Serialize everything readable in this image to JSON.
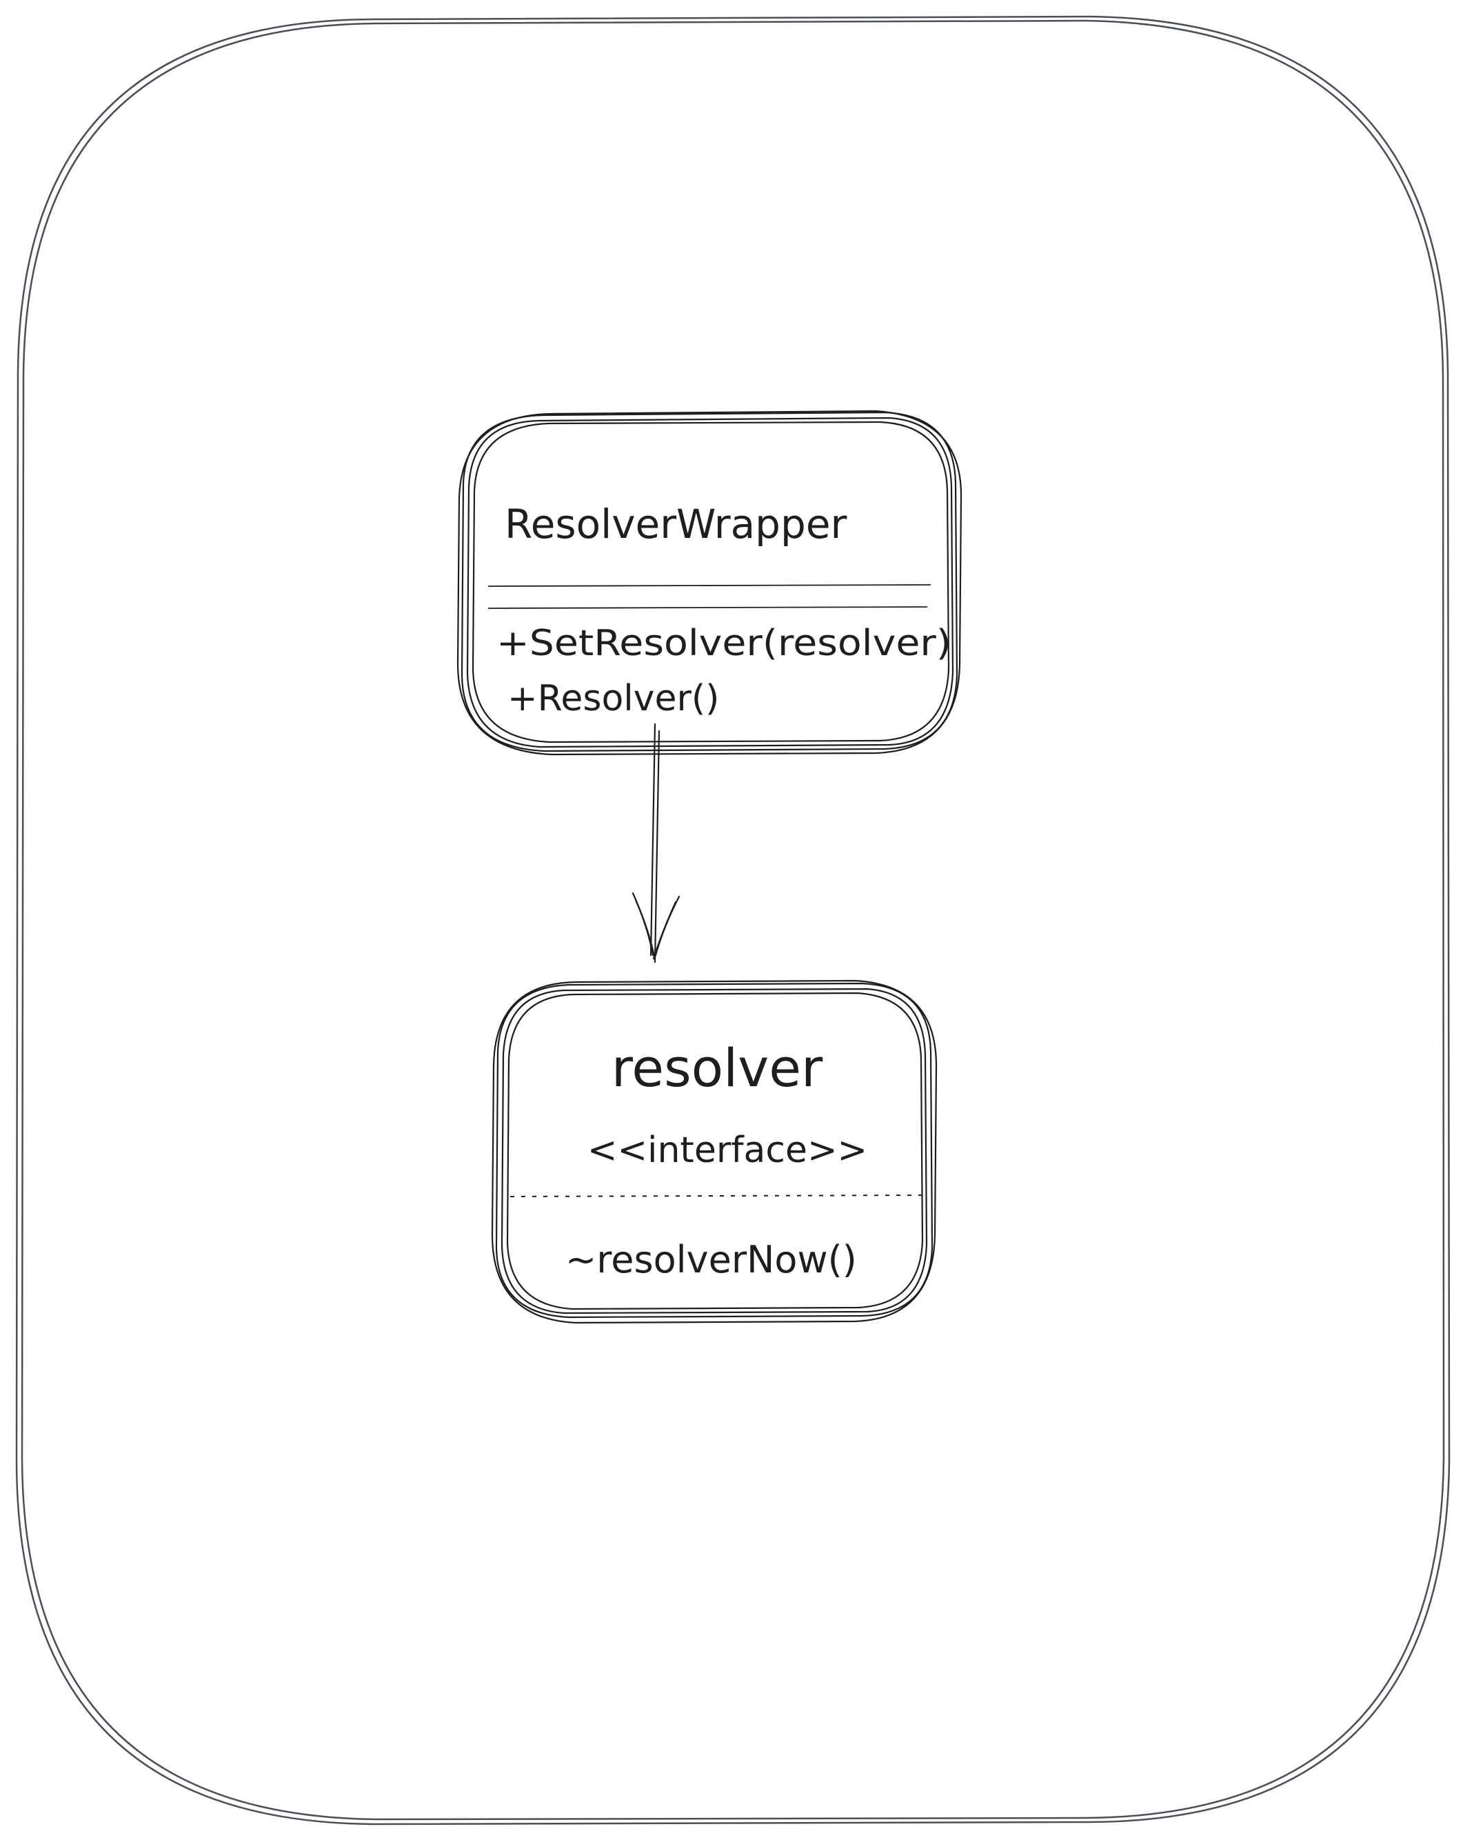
{
  "colors": {
    "frame_stroke": "#495057",
    "ink": "#1e1e1e",
    "background": "#ffffff"
  },
  "wrapper_class": {
    "name": "ResolverWrapper",
    "methods": [
      "+SetResolver(resolver)",
      "+Resolver()"
    ]
  },
  "interface_class": {
    "name": "resolver",
    "stereotype": "<<interface>>",
    "methods": [
      "~resolverNow()"
    ]
  }
}
